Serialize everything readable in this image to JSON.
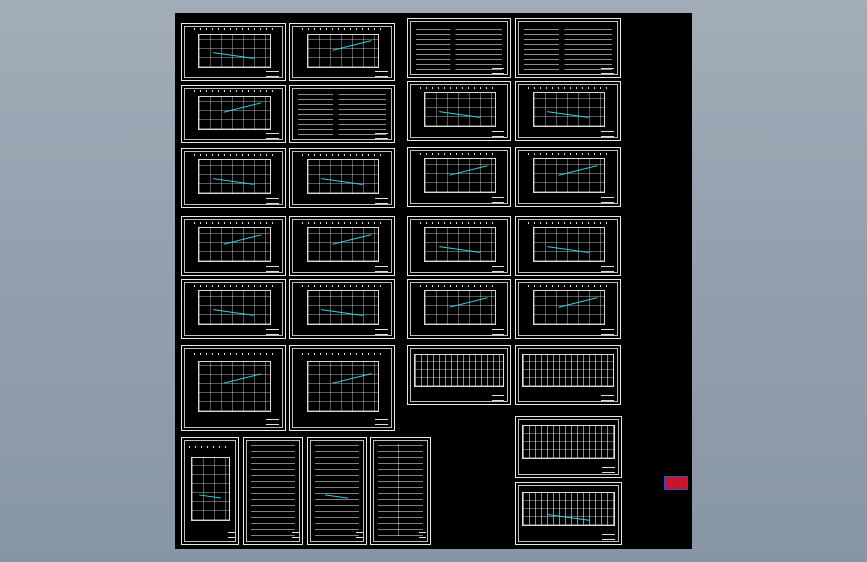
{
  "viewer": {
    "background_color": "#94a0ae",
    "drawing_area_color": "#000000",
    "sheet_border_color": "#e8e8e8",
    "wiring_color": "#29d3e6",
    "marker_color": "#c8152a"
  },
  "sheets": [
    {
      "kind": "plan"
    },
    {
      "kind": "plan"
    },
    {
      "kind": "text"
    },
    {
      "kind": "text"
    },
    {
      "kind": "plan"
    },
    {
      "kind": "text"
    },
    {
      "kind": "plan"
    },
    {
      "kind": "plan"
    },
    {
      "kind": "plan"
    },
    {
      "kind": "plan"
    },
    {
      "kind": "plan"
    },
    {
      "kind": "plan"
    },
    {
      "kind": "plan"
    },
    {
      "kind": "plan"
    },
    {
      "kind": "plan"
    },
    {
      "kind": "plan"
    },
    {
      "kind": "plan"
    },
    {
      "kind": "plan"
    },
    {
      "kind": "plan"
    },
    {
      "kind": "plan"
    },
    {
      "kind": "plan"
    },
    {
      "kind": "plan"
    },
    {
      "kind": "table"
    },
    {
      "kind": "table"
    },
    {
      "kind": "plan"
    },
    {
      "kind": "system"
    },
    {
      "kind": "system"
    },
    {
      "kind": "system"
    },
    {
      "kind": "table"
    },
    {
      "kind": "table"
    }
  ]
}
